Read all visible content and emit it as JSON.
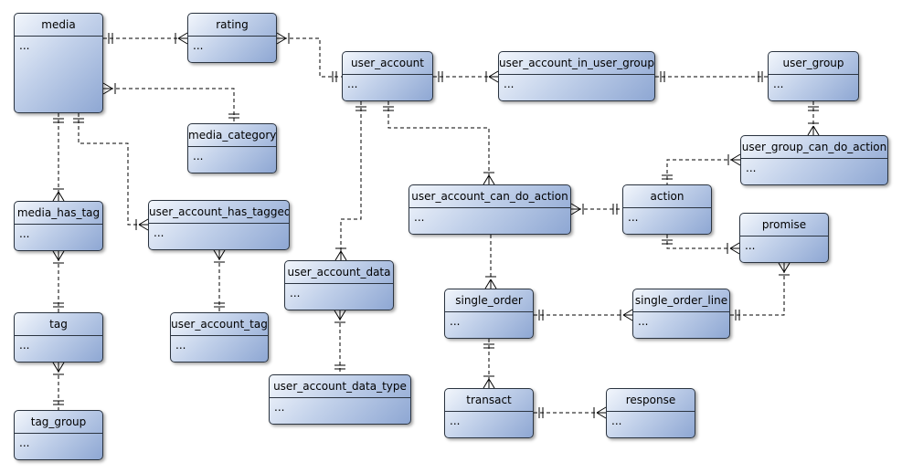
{
  "entities": [
    {
      "id": "media",
      "name": "media",
      "attrs": "..."
    },
    {
      "id": "rating",
      "name": "rating",
      "attrs": "..."
    },
    {
      "id": "user_account",
      "name": "user_account",
      "attrs": "..."
    },
    {
      "id": "user_account_in_user_group",
      "name": "user_account_in_user_group",
      "attrs": "..."
    },
    {
      "id": "user_group",
      "name": "user_group",
      "attrs": "..."
    },
    {
      "id": "media_category",
      "name": "media_category",
      "attrs": "..."
    },
    {
      "id": "user_group_can_do_action",
      "name": "user_group_can_do_action",
      "attrs": "..."
    },
    {
      "id": "media_has_tag",
      "name": "media_has_tag",
      "attrs": "..."
    },
    {
      "id": "user_account_has_tagged",
      "name": "user_account_has_tagged",
      "attrs": "..."
    },
    {
      "id": "user_account_can_do_action",
      "name": "user_account_can_do_action",
      "attrs": "..."
    },
    {
      "id": "action",
      "name": "action",
      "attrs": "..."
    },
    {
      "id": "promise",
      "name": "promise",
      "attrs": "..."
    },
    {
      "id": "user_account_data",
      "name": "user_account_data",
      "attrs": "..."
    },
    {
      "id": "single_order",
      "name": "single_order",
      "attrs": "..."
    },
    {
      "id": "single_order_line",
      "name": "single_order_line",
      "attrs": "..."
    },
    {
      "id": "tag",
      "name": "tag",
      "attrs": "..."
    },
    {
      "id": "user_account_tag",
      "name": "user_account_tag",
      "attrs": "..."
    },
    {
      "id": "user_account_data_type",
      "name": "user_account_data_type",
      "attrs": "..."
    },
    {
      "id": "transact",
      "name": "transact",
      "attrs": "..."
    },
    {
      "id": "response",
      "name": "response",
      "attrs": "..."
    },
    {
      "id": "tag_group",
      "name": "tag_group",
      "attrs": "..."
    }
  ],
  "relationships": [
    {
      "from": "media",
      "to": "rating",
      "from_end": "one",
      "to_end": "many"
    },
    {
      "from": "rating",
      "to": "user_account",
      "from_end": "many",
      "to_end": "one"
    },
    {
      "from": "user_account",
      "to": "user_account_in_user_group",
      "from_end": "one",
      "to_end": "many"
    },
    {
      "from": "user_account_in_user_group",
      "to": "user_group",
      "from_end": "one",
      "to_end": "one"
    },
    {
      "from": "media",
      "to": "media_category",
      "from_end": "many",
      "to_end": "one"
    },
    {
      "from": "user_group",
      "to": "user_group_can_do_action",
      "from_end": "one",
      "to_end": "many"
    },
    {
      "from": "user_group_can_do_action",
      "to": "action",
      "from_end": "many",
      "to_end": "one"
    },
    {
      "from": "media",
      "to": "media_has_tag",
      "from_end": "one",
      "to_end": "many"
    },
    {
      "from": "media",
      "to": "user_account_has_tagged",
      "from_end": "one",
      "to_end": "many"
    },
    {
      "from": "user_account",
      "to": "user_account_can_do_action",
      "from_end": "one",
      "to_end": "many"
    },
    {
      "from": "user_account_can_do_action",
      "to": "action",
      "from_end": "many",
      "to_end": "one"
    },
    {
      "from": "action",
      "to": "promise",
      "from_end": "one",
      "to_end": "many"
    },
    {
      "from": "user_account",
      "to": "user_account_data",
      "from_end": "one",
      "to_end": "many"
    },
    {
      "from": "media_has_tag",
      "to": "tag",
      "from_end": "many",
      "to_end": "one"
    },
    {
      "from": "user_account_has_tagged",
      "to": "user_account_tag",
      "from_end": "many",
      "to_end": "one"
    },
    {
      "from": "user_account_data",
      "to": "user_account_data_type",
      "from_end": "many",
      "to_end": "one"
    },
    {
      "from": "user_account_can_do_action",
      "to": "single_order",
      "from_end": "none",
      "to_end": "many"
    },
    {
      "from": "single_order",
      "to": "single_order_line",
      "from_end": "one",
      "to_end": "many"
    },
    {
      "from": "single_order_line",
      "to": "promise",
      "from_end": "one",
      "to_end": "many"
    },
    {
      "from": "single_order",
      "to": "transact",
      "from_end": "one",
      "to_end": "many"
    },
    {
      "from": "transact",
      "to": "response",
      "from_end": "one",
      "to_end": "many"
    },
    {
      "from": "tag",
      "to": "tag_group",
      "from_end": "many",
      "to_end": "one"
    }
  ]
}
